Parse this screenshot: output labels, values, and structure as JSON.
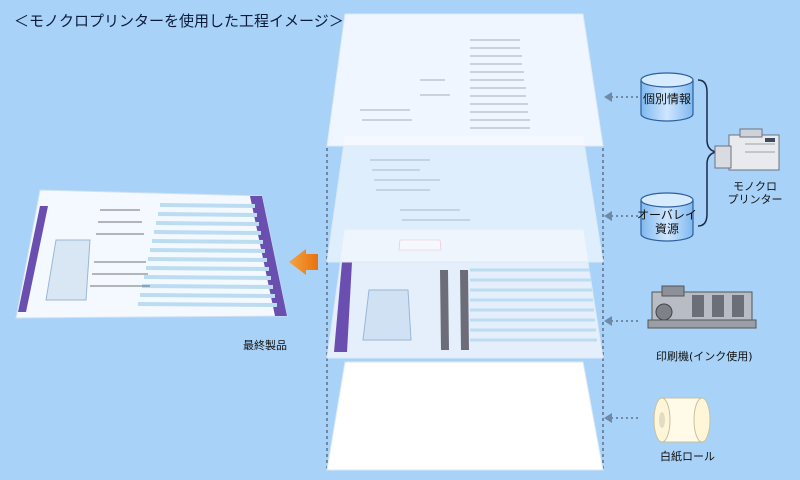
{
  "title": "＜モノクロプリンターを使用した工程イメージ＞",
  "labels": {
    "final_product": "最終製品",
    "individual_info": "個別情報",
    "overlay_resource_line1": "オーバレイ",
    "overlay_resource_line2": "資源",
    "mono_printer_line1": "モノクロ",
    "mono_printer_line2": "プリンター",
    "printing_press": "印刷機(インク使用)",
    "white_paper_roll": "白紙ロール"
  },
  "colors": {
    "background": "#a8d2f8",
    "form_purple": "#6a4fb0",
    "form_stripe": "#bcdcf2",
    "cylinder": "#a9d3fb",
    "arrow_orange": "#f28a1c"
  }
}
